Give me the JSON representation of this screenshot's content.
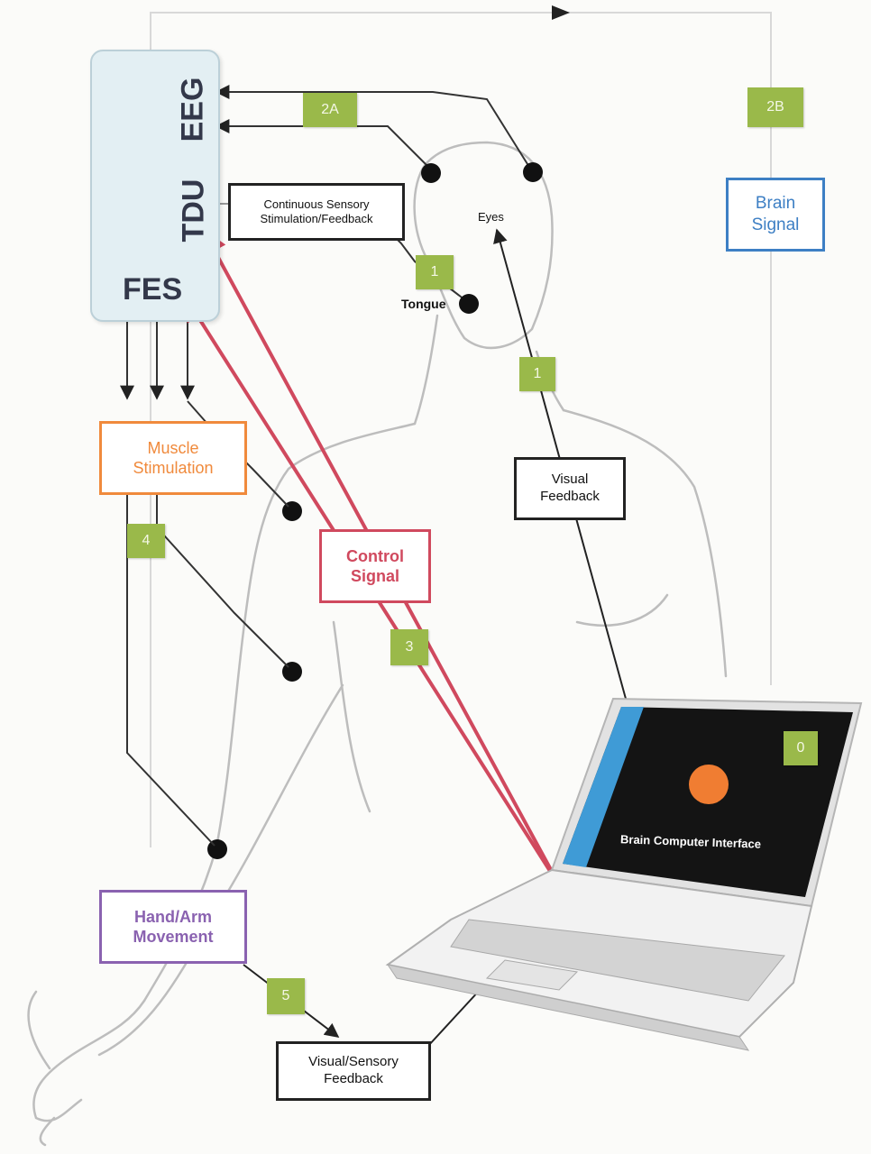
{
  "device": {
    "eeg_label": "EEG",
    "tdu_label": "TDU",
    "fes_label": "FES"
  },
  "boxes": {
    "continuous": "Continuous Sensory Stimulation/Feedback",
    "brain_signal": "Brain Signal",
    "muscle_stimulation": "Muscle Stimulation",
    "control_signal": "Control Signal",
    "visual_feedback": "Visual Feedback",
    "hand_arm": "Hand/Arm Movement",
    "visual_sensory": "Visual/Sensory Feedback"
  },
  "markers": {
    "m2a": "2A",
    "m2b": "2B",
    "m1_tongue": "1",
    "m1_visual": "1",
    "m3": "3",
    "m4": "4",
    "m5": "5",
    "m0": "0"
  },
  "labels": {
    "eyes": "Eyes",
    "tongue": "Tongue",
    "bci": "Brain Computer Interface"
  },
  "colors": {
    "control": "#d0495e",
    "muscle": "#f08a3c",
    "brain": "#3d7fc4",
    "hand": "#8a62b0",
    "marker": "#9ab94a",
    "screen": "#141414",
    "screen_bar": "#3f9bd6",
    "target": "#f07d32"
  }
}
